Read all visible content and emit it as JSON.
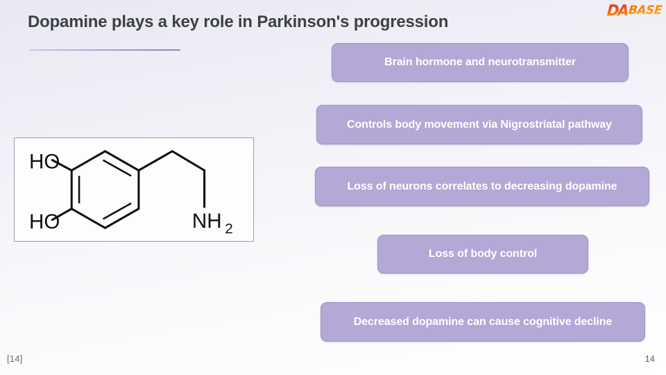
{
  "slide": {
    "title": "Dopamine plays a key role in Parkinson's progression",
    "background_top_color": "#e9e8f2",
    "background_bottom_color": "#ffffff",
    "divider_color": "#a79bd0"
  },
  "logo": {
    "part_one": "DA",
    "part_two": "BASE",
    "gradient_start": "#e8201c",
    "gradient_end": "#fec50b"
  },
  "molecule": {
    "name": "dopamine-structure",
    "labels": {
      "hydroxyl_top": "HO",
      "hydroxyl_bottom": "HO",
      "amine": "NH",
      "amine_subscript": "2"
    },
    "border_color": "#9b9bad",
    "bond_color": "#111111"
  },
  "callouts": {
    "fill_color": "#b3a8d6",
    "text_color": "#ffffff",
    "items": [
      {
        "label": "Brain hormone and neurotransmitter"
      },
      {
        "label": "Controls body movement via Nigrostriatal pathway"
      },
      {
        "label": "Loss of neurons correlates to decreasing dopamine"
      },
      {
        "label": "Loss of body control"
      },
      {
        "label": "Decreased dopamine can cause cognitive decline"
      }
    ]
  },
  "footer": {
    "citation": "[14]",
    "page_number": "14"
  }
}
